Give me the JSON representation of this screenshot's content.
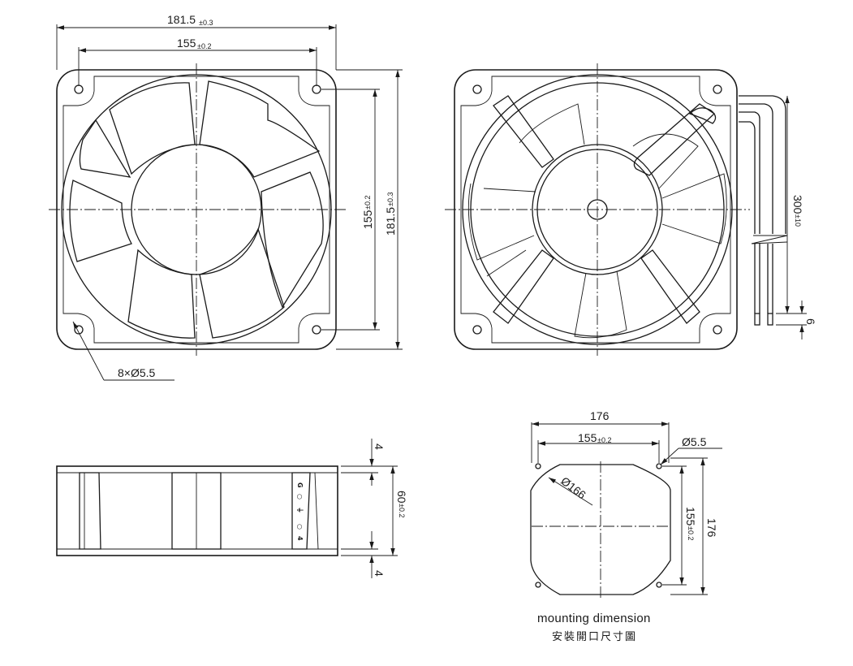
{
  "front_view": {
    "overall_width": {
      "value": "181.5",
      "tol": "±0.3"
    },
    "hole_pitch_width": {
      "value": "155",
      "tol": "±0.2"
    },
    "hole_pitch_height": {
      "value": "155",
      "tol": "±0.2"
    },
    "overall_height": {
      "value": "181.5",
      "tol": "±0.3"
    },
    "mounting_holes": "8×Ø5.5"
  },
  "rear_view": {
    "lead_length": {
      "value": "300",
      "tol": "±10"
    },
    "lead_strip": "6"
  },
  "side_view": {
    "flange_top": "4",
    "flange_bottom": "4",
    "depth": {
      "value": "60",
      "tol": "±0.2"
    },
    "label_marks": [
      "G",
      "○",
      "⏚",
      "○",
      "4"
    ]
  },
  "mounting": {
    "width": "176",
    "hole_pitch_width": {
      "value": "155",
      "tol": "±0.2"
    },
    "hole_dia": "Ø5.5",
    "cutout_dia": "Ø166",
    "hole_pitch_height": {
      "value": "155",
      "tol": "±0.2"
    },
    "height": "176",
    "caption_en": "mounting dimension",
    "caption_cn": "安裝開口尺寸圖"
  }
}
